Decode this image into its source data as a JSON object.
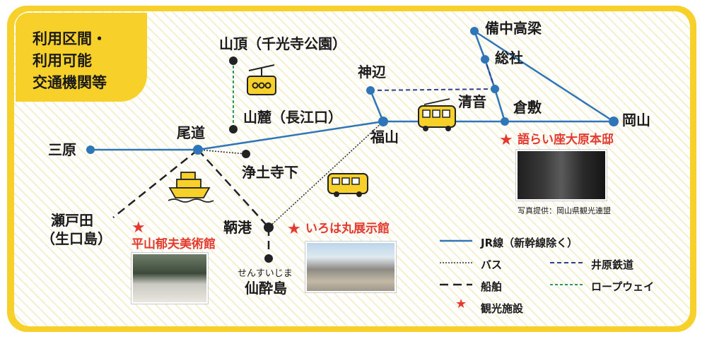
{
  "title": {
    "line1": "利用区間・",
    "line2": "利用可能",
    "line3": "交通機関等"
  },
  "stations": {
    "sanchou": "山頂（千光寺公園）",
    "sanroku": "山麓（長江口）",
    "onomichi": "尾道",
    "mihara": "三原",
    "jodoji": "浄土寺下",
    "setoda": "瀬戸田",
    "setoda_sub": "（生口島）",
    "tomo": "鞆港",
    "senzui_kana": "せんすいじま",
    "senzui": "仙酔島",
    "kannabe": "神辺",
    "fukuyama": "福山",
    "kiyone": "清音",
    "kurashiki": "倉敷",
    "soja": "総社",
    "bitchu": "備中高梁",
    "okayama": "岡山"
  },
  "sights": {
    "hirayama": "平山郁夫美術館",
    "iroha": "いろは丸展示館",
    "katarai": "語らい座大原本邸"
  },
  "photo_credit": "写真提供：岡山県観光連盟",
  "legend": {
    "jr": "JR線（新幹線除く）",
    "bus": "バス",
    "ibara": "井原鉄道",
    "ship": "船舶",
    "ropeway": "ロープウェイ",
    "sightseeing": "観光施設"
  },
  "colors": {
    "frame": "#f7d12a",
    "jr": "#2f76b8",
    "ibara": "#2b3e8f",
    "ropeway": "#2e9a5a",
    "star": "#e23a2e"
  }
}
